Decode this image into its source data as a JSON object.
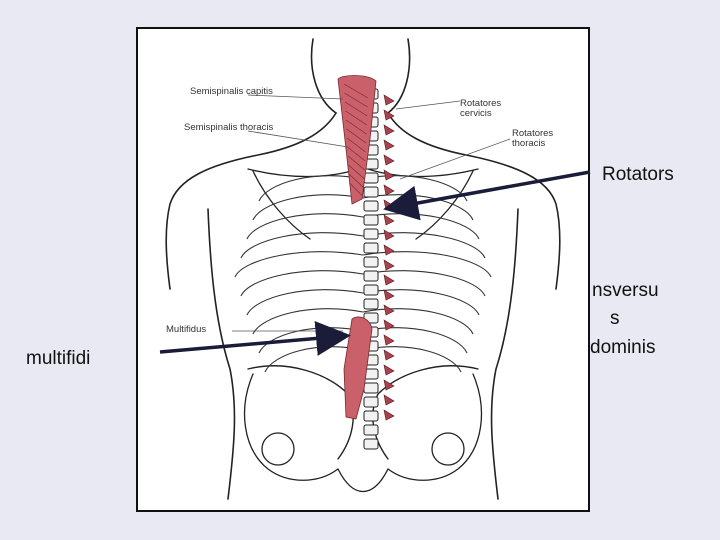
{
  "figure": {
    "labels": {
      "semispinalis_capitis": "Semispinalis capitis",
      "semispinalis_thoracis": "Semispinalis thoracis",
      "rotatores_cervicis": "Rotatores cervicis",
      "rotatores_thoracis": "Rotatores thoracis",
      "multifidus": "Multifidus"
    }
  },
  "slide": {
    "rotators_label": "Rotators",
    "multifidi_label": "multifidi",
    "transversus_lines": [
      "nsversu",
      "s",
      "dominis"
    ]
  },
  "colors": {
    "background": "#e9e9f3",
    "muscle": "#c9606a",
    "arrow": "#1b1b3a"
  }
}
